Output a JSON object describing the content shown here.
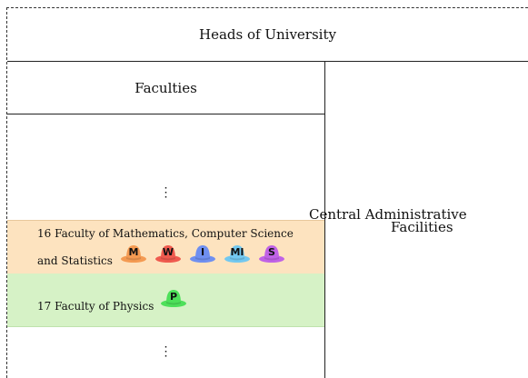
{
  "header": {
    "title": "Heads of University"
  },
  "faculties_column": {
    "title": "Faculties",
    "ellipsis_top": "⋮",
    "ellipsis_bottom": "⋮",
    "faculty16": {
      "line1": "16 Faculty of Mathematics, Computer Science",
      "line2": "and Statistics",
      "color": "#fde3bf",
      "hats": [
        {
          "letter": "M",
          "color": "#f49a52"
        },
        {
          "letter": "W",
          "color": "#ef5a4e"
        },
        {
          "letter": "I",
          "color": "#6f8ff0"
        },
        {
          "letter": "MI",
          "color": "#72c8f0"
        },
        {
          "letter": "S",
          "color": "#c062e6"
        }
      ]
    },
    "faculty17": {
      "label": "17 Faculty of Physics",
      "color": "#d6f2c6",
      "hats": [
        {
          "letter": "P",
          "color": "#4ee05a"
        }
      ]
    }
  },
  "central": {
    "line1": "Central Administrative",
    "line2": "Facilities"
  }
}
